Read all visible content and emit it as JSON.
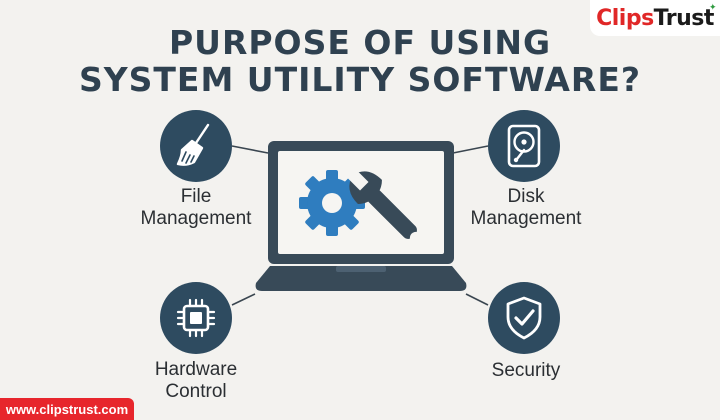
{
  "title": {
    "line1": "PURPOSE OF USING",
    "line2": "SYSTEM UTILITY SOFTWARE?"
  },
  "brand": {
    "clips": "Clips",
    "trust": "Trust"
  },
  "website": "www.clipstrust.com",
  "nodes": {
    "file": {
      "line1": "File",
      "line2": "Management",
      "icon": "broom-icon"
    },
    "disk": {
      "line1": "Disk",
      "line2": "Management",
      "icon": "hard-disk-icon"
    },
    "hardware": {
      "line1": "Hardware",
      "line2": "Control",
      "icon": "chip-icon"
    },
    "security": {
      "line1": "Security",
      "icon": "shield-check-icon"
    }
  },
  "center": {
    "icon": "laptop-gear-wrench-icon"
  },
  "colors": {
    "title": "#2f4150",
    "circle": "#2e4b60",
    "gear": "#2f7dbf",
    "laptop": "#384a58",
    "brand_red": "#e02727",
    "url_bg": "#e7262c"
  }
}
